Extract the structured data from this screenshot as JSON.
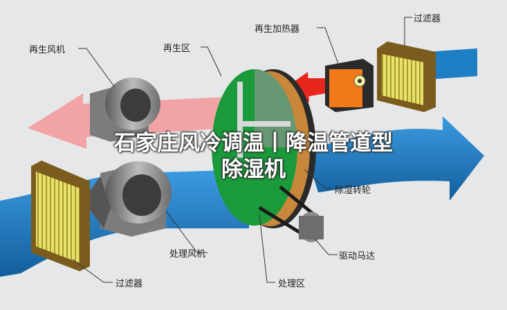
{
  "labels": {
    "regen_fan": "再生风机",
    "regen_zone": "再生区",
    "regen_heater": "再生加热器",
    "filter_top": "过滤器",
    "dehumid_wheel": "除湿转轮",
    "process_fan": "处理风机",
    "drive_motor": "驱动马达",
    "filter_bottom": "过滤器",
    "process_zone": "处理区"
  },
  "headline": {
    "line1": "石家庄风冷调温丨降温管道型",
    "line2": "除湿机"
  },
  "colors": {
    "background": "#e6e7e8",
    "process_air": "#1f7fc4",
    "regen_air_in": "#e8261c",
    "regen_air_out": "#f2a3a6",
    "wheel_regen": "#1a9a3a",
    "heater": "#f07a1a",
    "filter_frame": "#7b5c1e",
    "filter_media": "#e2df6a"
  }
}
